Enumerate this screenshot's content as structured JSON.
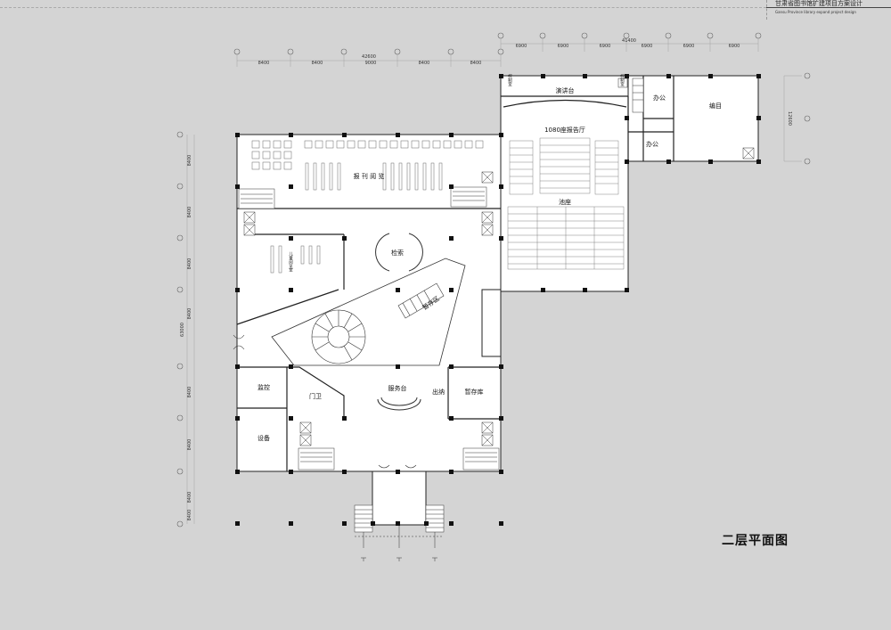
{
  "header": {
    "title_cn": "甘肃省图书馆扩建项目方案设计",
    "title_en": "Gansu Province library expand project design"
  },
  "drawing_title": "二层平面图",
  "dimensions": {
    "top_left_total": "42600",
    "top_left_bays": [
      "8400",
      "8400",
      "9000",
      "8400",
      "8400"
    ],
    "top_right_total": "41400",
    "top_right_bays": [
      "6900",
      "6900",
      "6900",
      "6900",
      "6900",
      "6900"
    ],
    "left_bays": [
      "8400",
      "8400",
      "8400",
      "8400",
      "8400",
      "8400",
      "8400",
      "8400"
    ],
    "left_total": "63000",
    "right_bays": [
      "12600"
    ]
  },
  "rooms": {
    "periodicals": "报 刊 阅 览",
    "children": "儿童阅览室",
    "search": "检索",
    "storage_zone": "暂存区",
    "service_desk": "服务台",
    "monitor": "监控",
    "guard": "门卫",
    "equipment": "设备",
    "lending": "出纳",
    "temp_storage": "暂存库",
    "stage": "演讲台",
    "control_left": "控制室",
    "control_right": "控制室",
    "office_a": "办公",
    "office_b": "办公",
    "editing": "编目",
    "auditorium": "1080座报告厅",
    "stalls": "池座"
  }
}
